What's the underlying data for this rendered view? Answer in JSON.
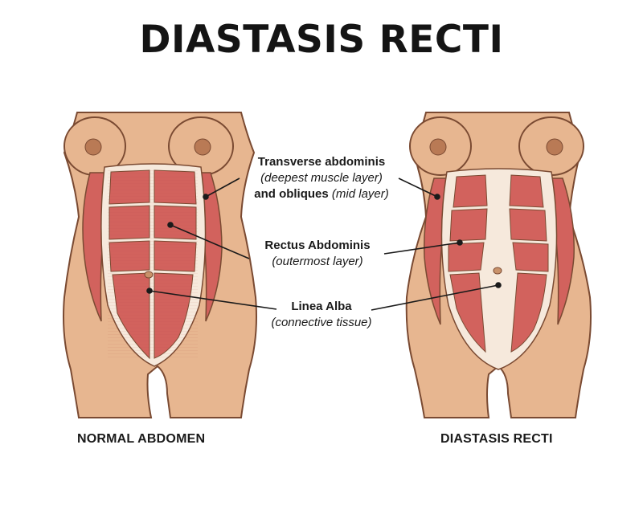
{
  "title": "DIASTASIS RECTI",
  "labels": {
    "transverse_bold": "Transverse abdominis",
    "transverse_italic": "(deepest muscle layer)",
    "obliques_bold": "and obliques",
    "obliques_italic": "(mid layer)",
    "rectus_bold": "Rectus Abdominis",
    "rectus_italic": "(outermost layer)",
    "linea_bold": "Linea Alba",
    "linea_italic": "(connective tissue)"
  },
  "captions": {
    "left": "NORMAL ABDOMEN",
    "right": "DIASTASIS RECTI"
  },
  "colors": {
    "skin": "#e7b690",
    "skin_shadow": "#d49a72",
    "outline": "#7a4a32",
    "muscle": "#d2625d",
    "muscle_dark": "#b84a47",
    "fascia": "#f6e9dc",
    "nipple": "#b97a55"
  }
}
